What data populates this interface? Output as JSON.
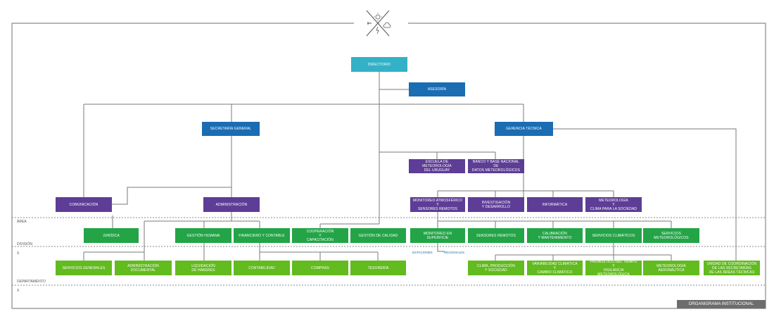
{
  "colors": {
    "teal": "#33b1c6",
    "blue": "#1a6cb3",
    "purple": "#5d3d96",
    "green_dark": "#23a447",
    "green_light": "#62bb1f",
    "connector": "#7a7a7a",
    "frame": "#8a8a8a",
    "dotted": "#8a8a8a"
  },
  "logo": {
    "icon": "weather-emblem-icon"
  },
  "levels": {
    "area": "ÁREA",
    "division": "DIVISIÓN",
    "departamento": "DEPARTAMENTO",
    "extra1": "x",
    "extra2": "x"
  },
  "nodes": {
    "directorio": "DIRECTORIO",
    "asesoria": "ASESORÍA",
    "secretaria_general": "SECRETARÍA GENERAL",
    "gerencia_tecnica": "GERENCIA TÉCNICA",
    "escuela": "ESCUELA DE METEOROLOGÍA\nDEL URUGUAY",
    "banco": "BANCO Y BASE NACIONAL DE\nDATOS METEOROLÓGICOS",
    "comunicacion": "COMUNICACIÓN",
    "administracion": "ADMINISTRACIÓN",
    "monitoreo": "MONITOREO ATMOSFÉRICO\nY\nSENSORES REMOTOS",
    "investigacion": "INVESTIGACIÓN\nY DESARROLLO",
    "informatica": "INFORMÁTICA",
    "meteo_sociedad": "METEOROLOGÍA\nY\nCLIMA PARA LA SOCIEDAD",
    "juridica": "JURÍDICA",
    "gestion_humana": "GESTIÓN HUMANA",
    "financiero": "FINANCIERO Y CONTABLE",
    "cooperacion": "COOPERACIÓN\nY\nCAPACITACIÓN",
    "gestion_calidad": "GESTIÓN DE CALIDAD",
    "monitoreo_superficie": "MONITOREO EN SUPERFICIE",
    "sensores_remotos": "SENSORES REMOTOS",
    "calibracion": "CALIBRACIÓN\nY MANTENIMIENTO",
    "servicios_climaticos": "SERVICIOS CLIMÁTICOS",
    "servicios_meteo": "SERVICIOS\nMETEOROLÓGICOS",
    "servicios_generales": "SERVICIOS GENERALES",
    "admin_documental": "ADMINISTRACIÓN\nDOCUMENTAL",
    "liquidacion": "LIQUIDACIÓN\nDE HABERES",
    "contabilidad": "CONTABILIDAD",
    "compras": "COMPRAS",
    "tesoreria": "TESORERÍA",
    "clima_produccion": "CLIMA, PRODUCCIÓN\nY SOCIEDAD",
    "variabilidad": "VARIABILIDAD CLIMÁTICA\nY\nCAMBIO CLIMÁTICO",
    "pronostico": "PRONÓSTICO DEL TIEMPO\nY\nVIGILANCIA METEOROLÓGICA",
    "aeronautica": "METEOROLOGÍA\nAERONÁUTICA",
    "unidad_coordinacion": "UNIDAD DE COORDINACIÓN\nDE LAS SECRETARÍAS\nDE LAS ÁREAS TÉCNICAS"
  },
  "legend": {
    "estaciones": "ESTACIONES",
    "regionales": "REGIONALES"
  },
  "footer": "ORGANIGRAMA INSTITUCIONAL"
}
